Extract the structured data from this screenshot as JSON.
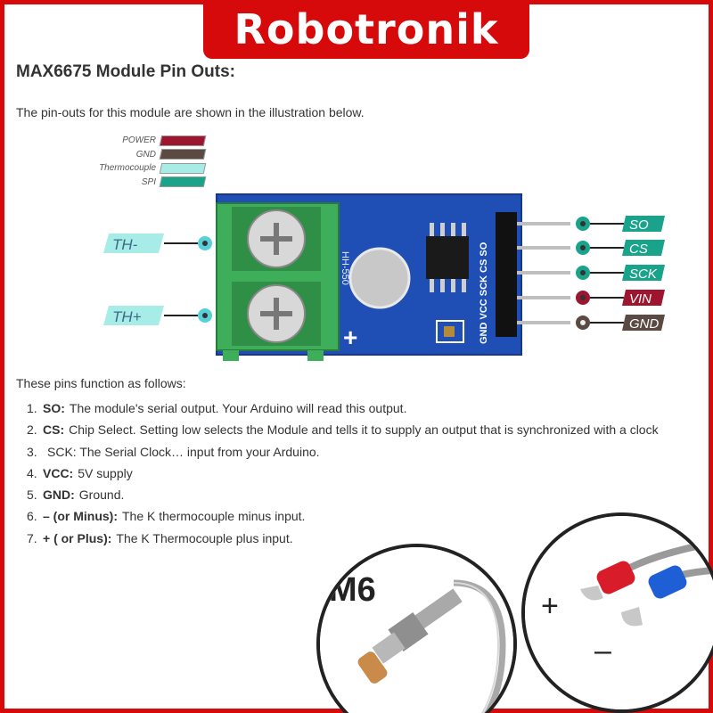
{
  "brand": {
    "name": "Robotronik"
  },
  "heading": "MAX6675 Module Pin Outs:",
  "intro": "The pin-outs for this module are shown in the illustration below.",
  "legend": [
    {
      "label": "POWER",
      "color": "#9e1530"
    },
    {
      "label": "GND",
      "color": "#5a4a42"
    },
    {
      "label": "Thermocouple",
      "color": "#a8ece8"
    },
    {
      "label": "SPI",
      "color": "#18a38a"
    }
  ],
  "diagram": {
    "thermocouple_pins": [
      "TH-",
      "TH+"
    ],
    "spi_pins": [
      "SO",
      "CS",
      "SCK"
    ],
    "power_pin": "VIN",
    "ground_pin": "GND",
    "board_label": "HH-550",
    "header_labels": "GND VCC SCK CS SO",
    "plus_sign": "+"
  },
  "functions_intro": "These pins function as follows:",
  "pins": [
    {
      "num": "1.",
      "term": "SO:",
      "desc": "The module's serial output.   Your Arduino will read this output."
    },
    {
      "num": "2.",
      "term": "CS:",
      "desc": " Chip Select.   Setting low selects the Module and tells it to supply an output that is synchronized with a clock"
    },
    {
      "num": "3.",
      "term": "",
      "desc": "SCK: The Serial Clock… input from your Arduino."
    },
    {
      "num": "4.",
      "term": "VCC:",
      "desc": "5V supply"
    },
    {
      "num": "5.",
      "term": "GND:",
      "desc": " Ground."
    },
    {
      "num": "6.",
      "term": "– (or Minus):",
      "desc": "  The K thermocouple minus input."
    },
    {
      "num": "7.",
      "term": "+ ( or Plus):",
      "desc": " The K Thermocouple plus input."
    }
  ],
  "photos": {
    "probe_label": "M6",
    "plus": "+",
    "minus": "–"
  }
}
